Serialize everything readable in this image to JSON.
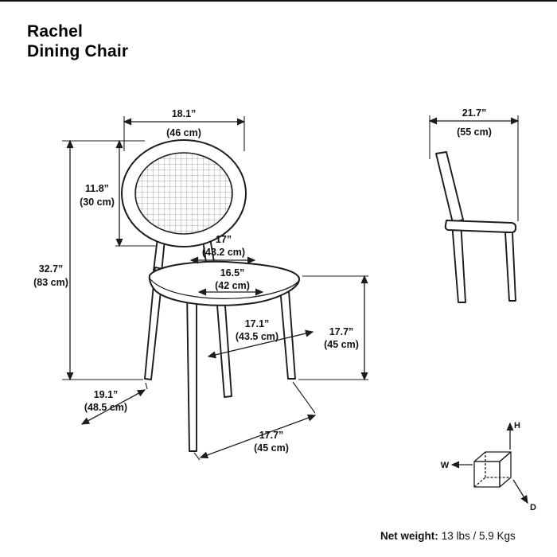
{
  "title": {
    "line1": "Rachel",
    "line2": "Dining Chair"
  },
  "colors": {
    "line": "#1c1c1c",
    "cane_mesh": "#cccccc",
    "text": "#111111",
    "background": "#ffffff"
  },
  "dims": {
    "backrest_width": {
      "in": "18.1”",
      "cm": "(46 cm)"
    },
    "backrest_height": {
      "in": "11.8”",
      "cm": "(30 cm)"
    },
    "overall_height": {
      "in": "32.7”",
      "cm": "(83 cm)"
    },
    "seat_back_width": {
      "in": "17”",
      "cm": "(43.2 cm)"
    },
    "seat_front_width": {
      "in": "16.5”",
      "cm": "(42 cm)"
    },
    "seat_depth": {
      "in": "17.1”",
      "cm": "(43.5 cm)"
    },
    "seat_height": {
      "in": "17.7”",
      "cm": "(45 cm)"
    },
    "base_diagonal": {
      "in": "19.1”",
      "cm": "(48.5 cm)"
    },
    "base_depth": {
      "in": "17.7”",
      "cm": "(45 cm)"
    },
    "side_depth": {
      "in": "21.7”",
      "cm": "(55 cm)"
    }
  },
  "axes": {
    "w": "W",
    "h": "H",
    "d": "D"
  },
  "footer": {
    "label": "Net weight:",
    "value": "13 lbs / 5.9 Kgs"
  }
}
